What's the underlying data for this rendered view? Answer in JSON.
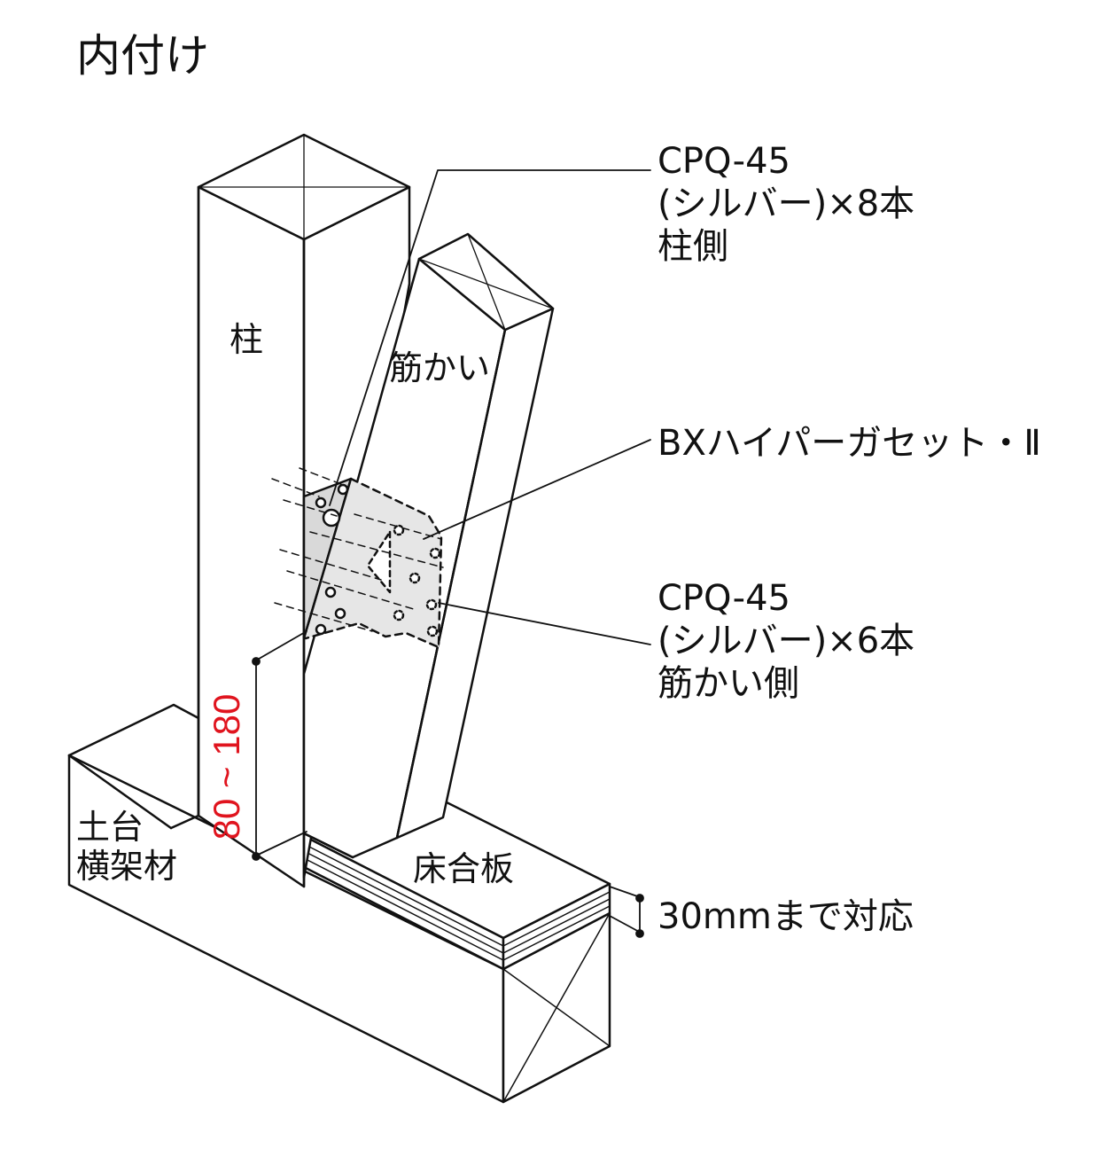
{
  "title": "内付け",
  "labels": {
    "pillar": "柱",
    "brace": "筋かい",
    "sill": "土台\n横架材",
    "floorboard": "床合板"
  },
  "callouts": {
    "screw_pillar": "CPQ-45\n(シルバー)×8本\n柱側",
    "gusset": "BXハイパーガセット・Ⅱ",
    "screw_brace": "CPQ-45\n(シルバー)×6本\n筋かい側",
    "floor_thickness": "30mmまで対応"
  },
  "dimension": {
    "range": "80 ~ 180",
    "color": "#e0141e"
  },
  "colors": {
    "line": "#111111",
    "plate_fill": "#d9d9d9",
    "background": "#ffffff"
  }
}
